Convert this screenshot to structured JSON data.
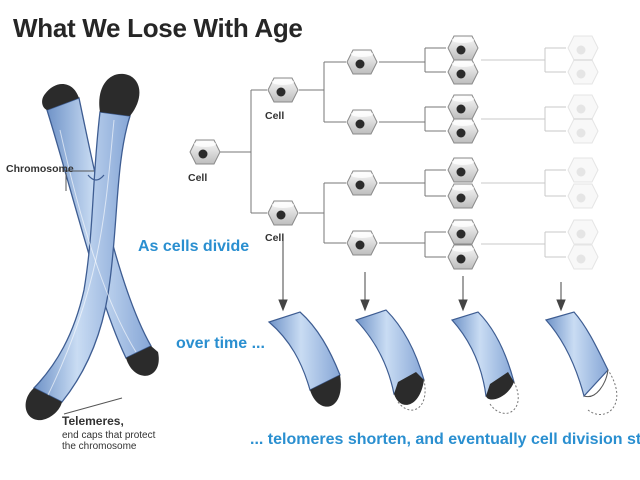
{
  "title": "What We Lose With Age",
  "labels": {
    "chromosome": "Chromosome",
    "cell": "Cell",
    "telomeres_title": "Telemeres,",
    "telomeres_sub_1": "end caps that protect",
    "telomeres_sub_2": "the chromosome"
  },
  "captions": {
    "as_cells_divide": "As cells divide",
    "over_time": "over time ...",
    "conclusion": "... telomeres shorten, and eventually cell division stops."
  },
  "colors": {
    "accent_text": "#2a8fd0",
    "chromosome_fill": "#a9c7ea",
    "telomere_cap": "#2b2b2b"
  }
}
